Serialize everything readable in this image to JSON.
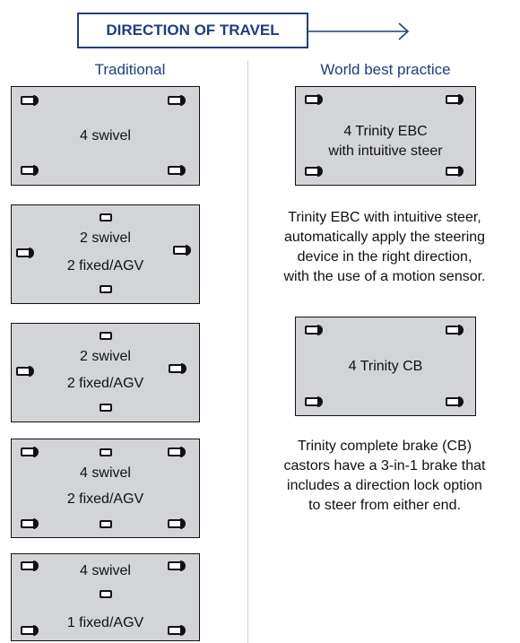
{
  "header": {
    "title": "DIRECTION OF TRAVEL"
  },
  "columns": {
    "traditional": "Traditional",
    "best": "World best practice"
  },
  "traditional": [
    {
      "lines": [
        "4 swivel"
      ]
    },
    {
      "lines": [
        "2 swivel",
        "2 fixed/AGV"
      ]
    },
    {
      "lines": [
        "2 swivel",
        "2 fixed/AGV"
      ]
    },
    {
      "lines": [
        "4 swivel",
        "2 fixed/AGV"
      ]
    },
    {
      "lines": [
        "4 swivel",
        "1 fixed/AGV"
      ]
    }
  ],
  "best": [
    {
      "lines": [
        "4 Trinity EBC",
        "with intuitive steer"
      ],
      "description": [
        "Trinity EBC with intuitive steer,",
        "automatically apply the steering",
        "device in the right direction,",
        "with the use of a motion sensor."
      ]
    },
    {
      "lines": [
        "4 Trinity CB"
      ],
      "description": [
        "Trinity complete brake (CB)",
        "castors have a 3-in-1 brake that",
        "includes a direction lock option",
        "to steer from either end."
      ]
    }
  ]
}
